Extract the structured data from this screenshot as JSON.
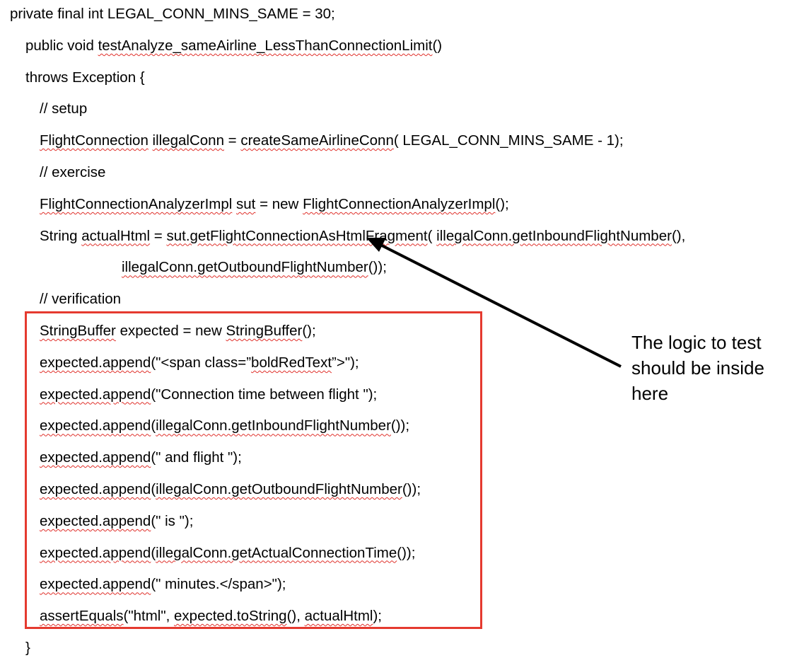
{
  "code_lines": [
    {
      "indent": 0,
      "segments": [
        {
          "t": "private final int LEGAL_CONN_MINS_SAME = 30;"
        }
      ]
    },
    {
      "indent": 1,
      "segments": [
        {
          "t": "public void "
        },
        {
          "t": "testAnalyze_sameAirline_LessThanConnectionLimit",
          "u": true
        },
        {
          "t": "()"
        }
      ]
    },
    {
      "indent": 1,
      "segments": [
        {
          "t": "throws Exception {"
        }
      ]
    },
    {
      "indent": 2,
      "segments": [
        {
          "t": "// setup"
        }
      ]
    },
    {
      "indent": 2,
      "segments": [
        {
          "t": "FlightConnection",
          "u": true
        },
        {
          "t": " "
        },
        {
          "t": "illegalConn",
          "u": true
        },
        {
          "t": " = "
        },
        {
          "t": "createSameAirlineConn",
          "u": true
        },
        {
          "t": "( LEGAL_CONN_MINS_SAME - 1);"
        }
      ]
    },
    {
      "indent": 2,
      "segments": [
        {
          "t": "// exercise"
        }
      ]
    },
    {
      "indent": 2,
      "segments": [
        {
          "t": "FlightConnectionAnalyzerImpl",
          "u": true
        },
        {
          "t": " "
        },
        {
          "t": "sut",
          "u": true
        },
        {
          "t": " = new "
        },
        {
          "t": "FlightConnectionAnalyzerImpl",
          "u": true
        },
        {
          "t": "();"
        }
      ]
    },
    {
      "indent": 2,
      "segments": [
        {
          "t": "String "
        },
        {
          "t": "actualHtml",
          "u": true
        },
        {
          "t": " = "
        },
        {
          "t": "sut.getFlightConnectionAsHtmlFragment",
          "u": true
        },
        {
          "t": "( "
        },
        {
          "t": "illegalConn.getInboundFlightNumber",
          "u": true
        },
        {
          "t": "(),"
        }
      ]
    },
    {
      "indent": 3,
      "segments": [
        {
          "t": "illegalConn.getOutboundFlightNumber",
          "u": true
        },
        {
          "t": "());"
        }
      ]
    },
    {
      "indent": 2,
      "segments": [
        {
          "t": "// verification"
        }
      ]
    },
    {
      "indent": 2,
      "segments": [
        {
          "t": "StringBuffer",
          "u": true
        },
        {
          "t": " expected = new "
        },
        {
          "t": "StringBuffer",
          "u": true
        },
        {
          "t": "();"
        }
      ]
    },
    {
      "indent": 2,
      "segments": [
        {
          "t": "expected.append",
          "u": true
        },
        {
          "t": "(\"<span class=”"
        },
        {
          "t": "boldRedText",
          "u": true
        },
        {
          "t": "”>\");"
        }
      ]
    },
    {
      "indent": 2,
      "segments": [
        {
          "t": "expected.append",
          "u": true
        },
        {
          "t": "(\"Connection time between flight \");"
        }
      ]
    },
    {
      "indent": 2,
      "segments": [
        {
          "t": "expected.append",
          "u": true
        },
        {
          "t": "("
        },
        {
          "t": "illegalConn.getInboundFlightNumber",
          "u": true
        },
        {
          "t": "());"
        }
      ]
    },
    {
      "indent": 2,
      "segments": [
        {
          "t": "expected.append",
          "u": true
        },
        {
          "t": "(\" and flight \");"
        }
      ]
    },
    {
      "indent": 2,
      "segments": [
        {
          "t": "expected.append",
          "u": true
        },
        {
          "t": "("
        },
        {
          "t": "illegalConn.getOutboundFlightNumber",
          "u": true
        },
        {
          "t": "());"
        }
      ]
    },
    {
      "indent": 2,
      "segments": [
        {
          "t": "expected.append",
          "u": true
        },
        {
          "t": "(\" is \");"
        }
      ]
    },
    {
      "indent": 2,
      "segments": [
        {
          "t": "expected.append",
          "u": true
        },
        {
          "t": "("
        },
        {
          "t": "illegalConn.getActualConnectionTime",
          "u": true
        },
        {
          "t": "());"
        }
      ]
    },
    {
      "indent": 2,
      "segments": [
        {
          "t": "expected.append",
          "u": true
        },
        {
          "t": "(\" minutes.</span>\");"
        }
      ]
    },
    {
      "indent": 2,
      "segments": [
        {
          "t": "assertEquals",
          "u": true
        },
        {
          "t": "(\"html\", "
        },
        {
          "t": "expected.toString",
          "u": true
        },
        {
          "t": "(), "
        },
        {
          "t": "actualHtml",
          "u": true
        },
        {
          "t": ");"
        }
      ]
    },
    {
      "indent": 1,
      "segments": [
        {
          "t": "}"
        }
      ]
    }
  ],
  "annotation": {
    "text": "The logic to test\nshould be inside\nhere"
  },
  "colors": {
    "highlight_box": "#e53a2f",
    "spellcheck": "#e0302a",
    "arrow": "#000000"
  }
}
